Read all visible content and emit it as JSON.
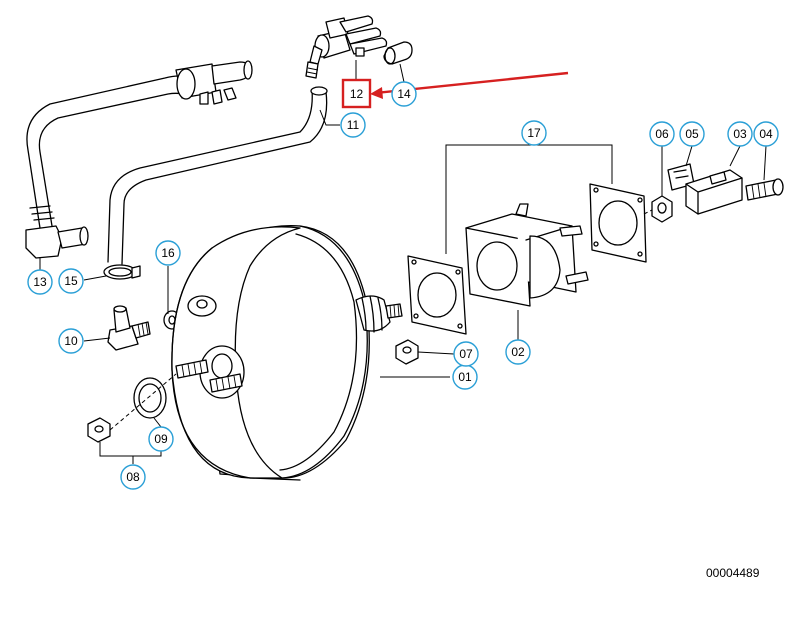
{
  "diagram": {
    "catalog_number": "00004489",
    "highlight_color": "#d62020",
    "callout_border_color": "#2a9fd6",
    "highlighted_callout": "12",
    "callouts": {
      "c01": "01",
      "c02": "02",
      "c03": "03",
      "c04": "04",
      "c05": "05",
      "c06": "06",
      "c07": "07",
      "c08": "08",
      "c09": "09",
      "c10": "10",
      "c11": "11",
      "c12": "12",
      "c13": "13",
      "c14": "14",
      "c15": "15",
      "c16": "16",
      "c17": "17"
    }
  }
}
